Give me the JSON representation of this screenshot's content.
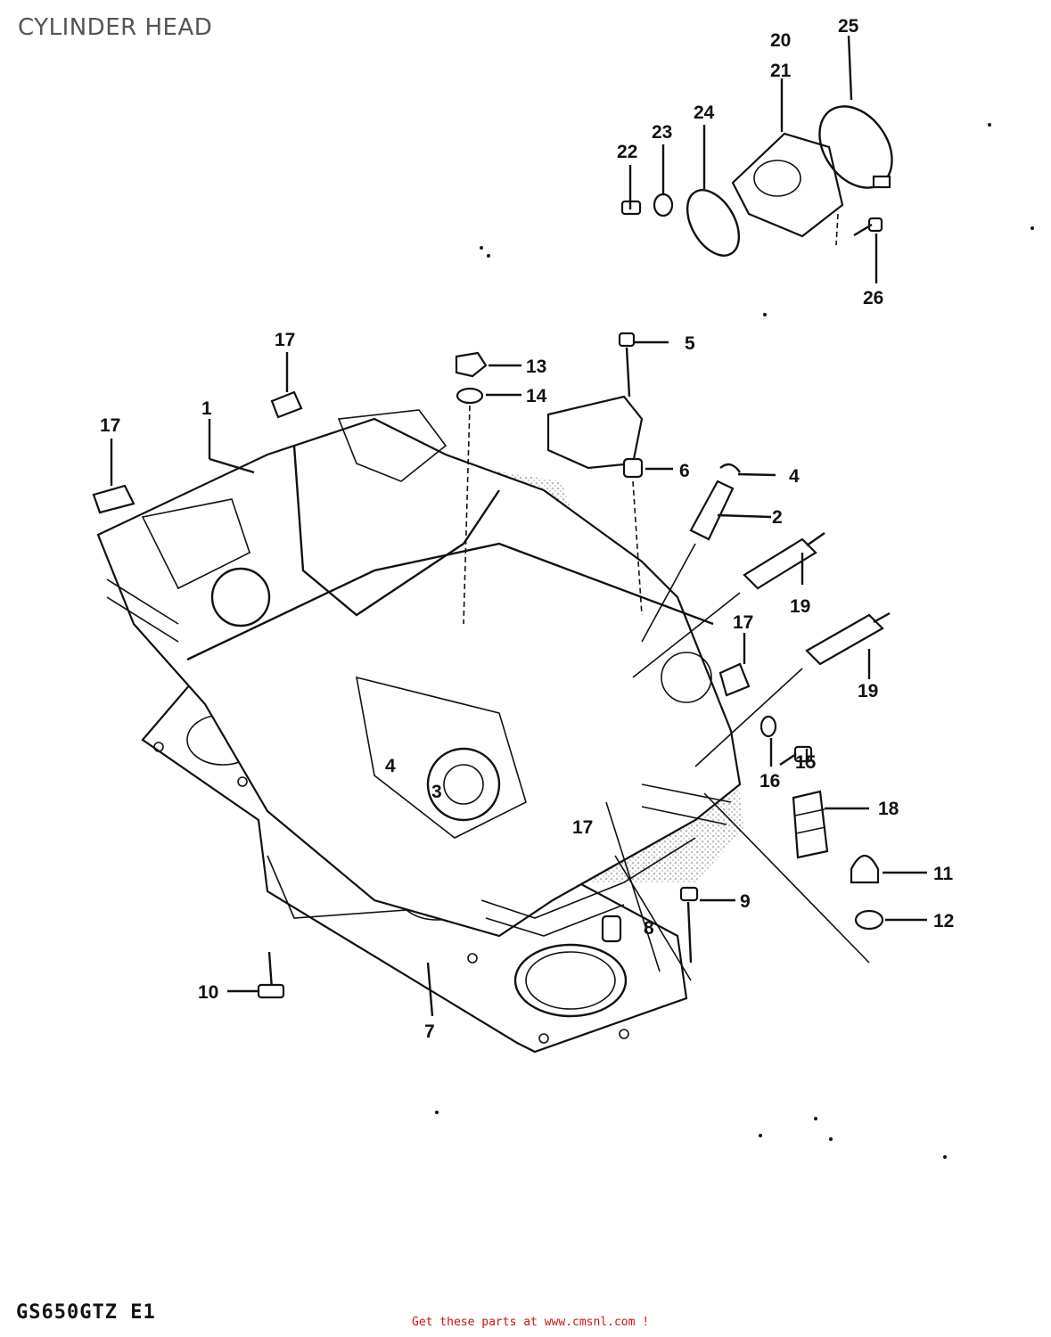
{
  "title": "CYLINDER HEAD",
  "model_code": "GS650GTZ  E1",
  "footer_link": "Get these parts at www.cmsnl.com !",
  "labels": {
    "p1": "1",
    "p2": "2",
    "p3": "3",
    "p4a": "4",
    "p4b": "4",
    "p5": "5",
    "p6": "6",
    "p7": "7",
    "p8": "8",
    "p9": "9",
    "p10": "10",
    "p11": "11",
    "p12": "12",
    "p13": "13",
    "p14": "14",
    "p15": "15",
    "p16": "16",
    "p17a": "17",
    "p17b": "17",
    "p17c": "17",
    "p17d": "17",
    "p18": "18",
    "p19a": "19",
    "p19b": "19",
    "p20": "20",
    "p21": "21",
    "p22": "22",
    "p23": "23",
    "p24": "24",
    "p25": "25",
    "p26": "26"
  }
}
